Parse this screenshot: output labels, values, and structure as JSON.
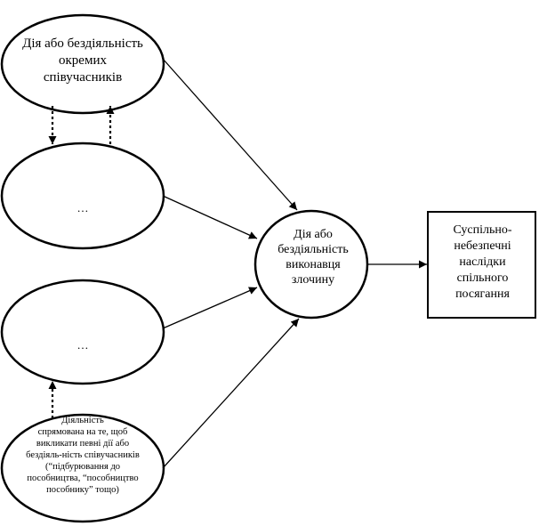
{
  "diagram": {
    "top_node": "Дія або бездіяльність\nокремих\nспівучасників",
    "middle_node_1": "…",
    "middle_node_2": "…",
    "bottom_node": "Діяльність\nспрямована на те, щоб\nвикликати певні дії або\nбездіяль-ність співучасників\n(“підбурювання до\nпособництва, “пособництво\nпособнику” тощо)",
    "center_node": "Дія або\nбездіяльність\nвиконавця\nзлочину",
    "result_node": "Суспільно-\nнебезпечні\nнаслідки\nспільного\nпосягання"
  },
  "colors": {
    "stroke": "#000000",
    "background": "#ffffff"
  }
}
